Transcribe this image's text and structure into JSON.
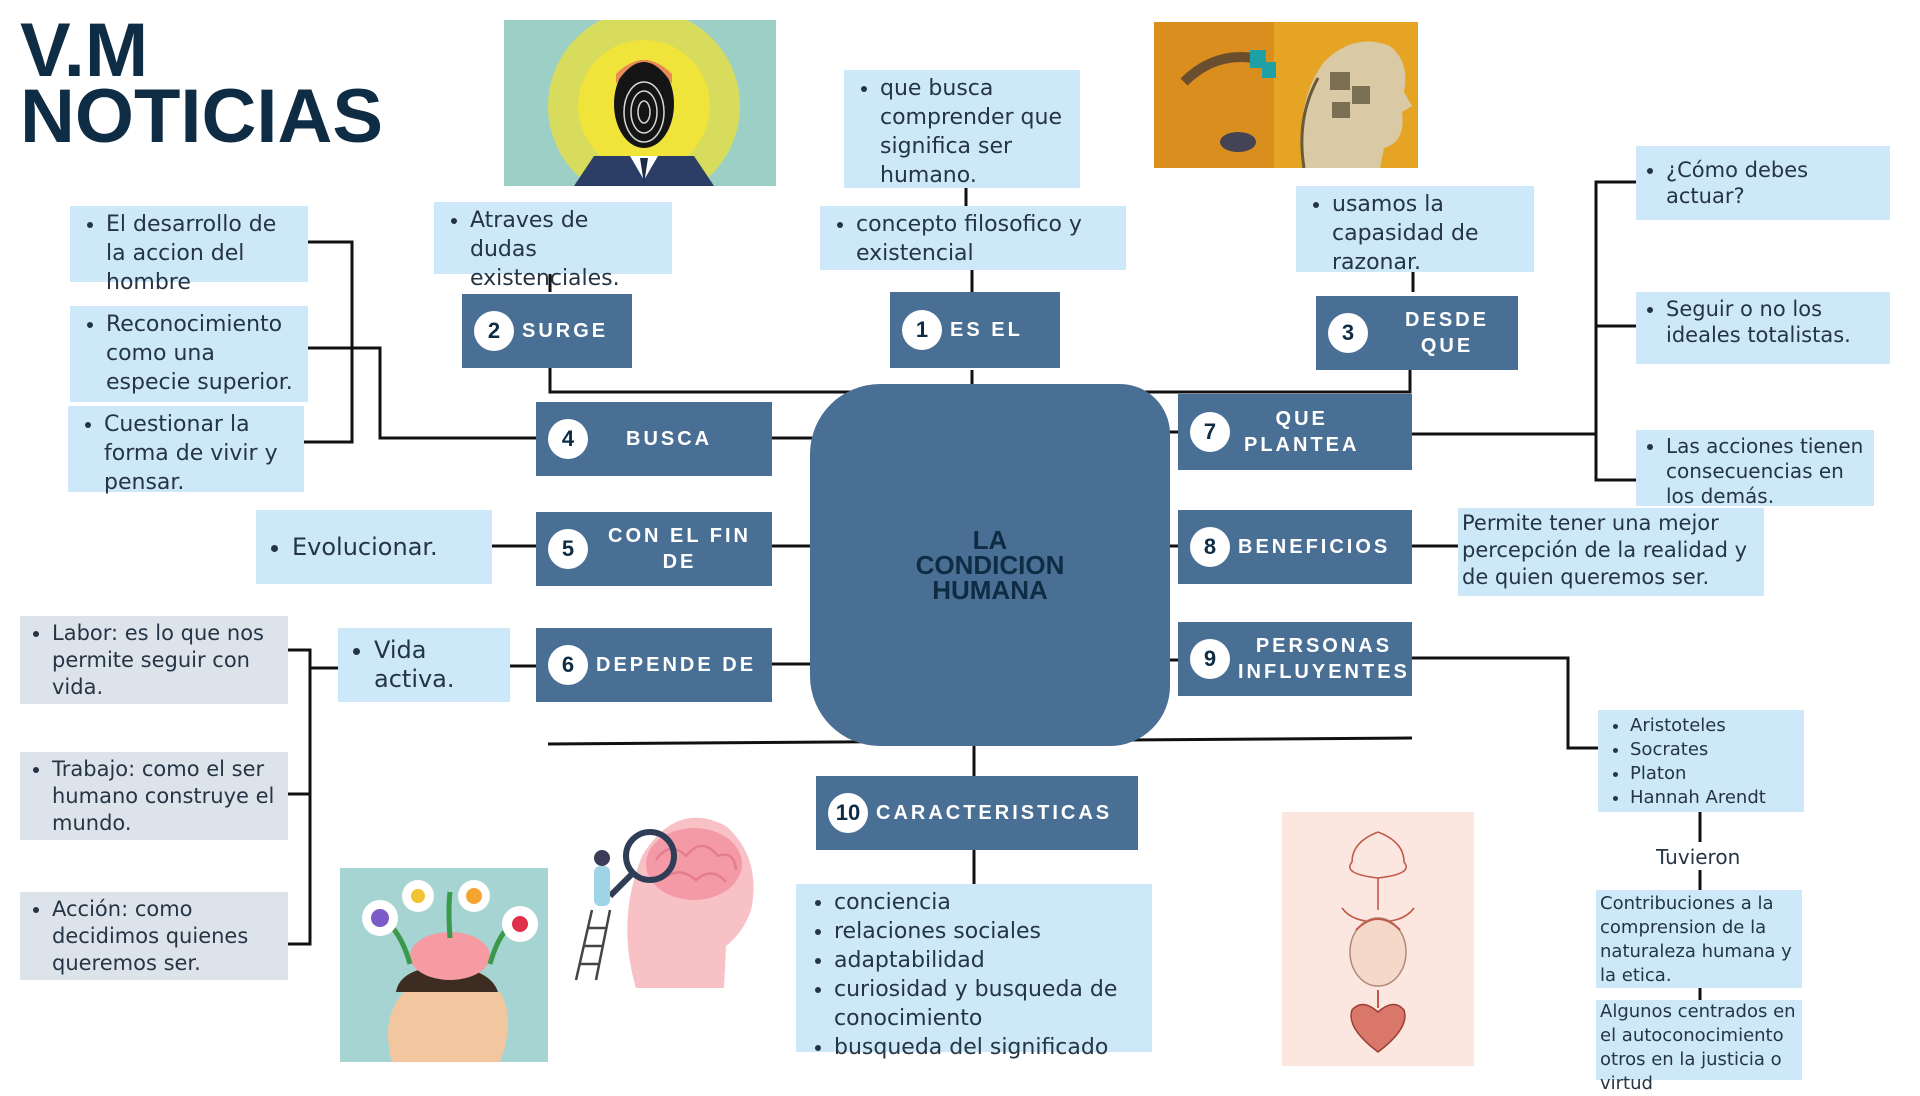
{
  "title": {
    "line1": "V.M",
    "line2": "NOTICIAS"
  },
  "center": {
    "line1": "LA",
    "line2": "CONDICION",
    "line3": "HUMANA"
  },
  "nodes": [
    {
      "num": "1",
      "label": "ES EL"
    },
    {
      "num": "2",
      "label": "SURGE"
    },
    {
      "num": "3",
      "label": "DESDE QUE"
    },
    {
      "num": "4",
      "label": "BUSCA"
    },
    {
      "num": "5",
      "label_line1": "CON EL FIN",
      "label_line2": "DE"
    },
    {
      "num": "6",
      "label": "DEPENDE DE"
    },
    {
      "num": "7",
      "label_line1": "QUE",
      "label_line2": "PLANTEA"
    },
    {
      "num": "8",
      "label": "BENEFICIOS"
    },
    {
      "num": "9",
      "label_line1": "PERSONAS",
      "label_line2": "INFLUYENTES"
    },
    {
      "num": "10",
      "label": "CARACTERISTICAS"
    }
  ],
  "es_el": {
    "top": "que busca comprender que significa ser humano.",
    "bottom": "concepto filosofico y existencial"
  },
  "surge": {
    "text": "Atraves de dudas existenciales."
  },
  "desde_que": {
    "text": " usamos la capasidad de razonar."
  },
  "busca": {
    "items": [
      "El desarrollo de la accion del hombre",
      "Reconocimiento como una especie superior.",
      "Cuestionar la forma de vivir y pensar."
    ]
  },
  "con_el_fin": {
    "text": "Evolucionar."
  },
  "depende": {
    "main": "Vida activa.",
    "items": [
      "Labor: es lo que nos permite seguir con vida.",
      "Trabajo: como el ser humano construye el mundo.",
      "Acción: como decidimos quienes queremos ser."
    ]
  },
  "plantea": {
    "items": [
      "¿Cómo debes actuar?",
      "Seguir o no los ideales totalistas.",
      "Las acciones tienen consecuencias en los demás."
    ]
  },
  "beneficios": {
    "text": "Permite tener una mejor percepción de la realidad y de quien queremos ser."
  },
  "personas": {
    "list": [
      "Aristoteles",
      "Socrates",
      "Platon",
      "Hannah Arendt"
    ],
    "connector": "Tuvieron",
    "contrib": "Contribuciones a la comprension de la naturaleza humana y la etica.",
    "algunos": "Algunos centrados en el autoconocimiento otros en la justicia o virtud"
  },
  "caracteristicas": {
    "items": [
      "conciencia",
      "relaciones sociales",
      "adaptabilidad",
      "curiosidad y busqueda de conocimiento",
      "busqueda del significado"
    ]
  },
  "colors": {
    "node": "#4a6f94",
    "box_blue": "#cde8f8",
    "box_gray": "#dde3ea",
    "title": "#0f2c45"
  },
  "images": [
    "fingerprint-head-illustration",
    "puzzle-head-illustration",
    "brain-magnifier-illustration",
    "head-plants-brain-illustration",
    "brain-face-heart-illustration"
  ]
}
